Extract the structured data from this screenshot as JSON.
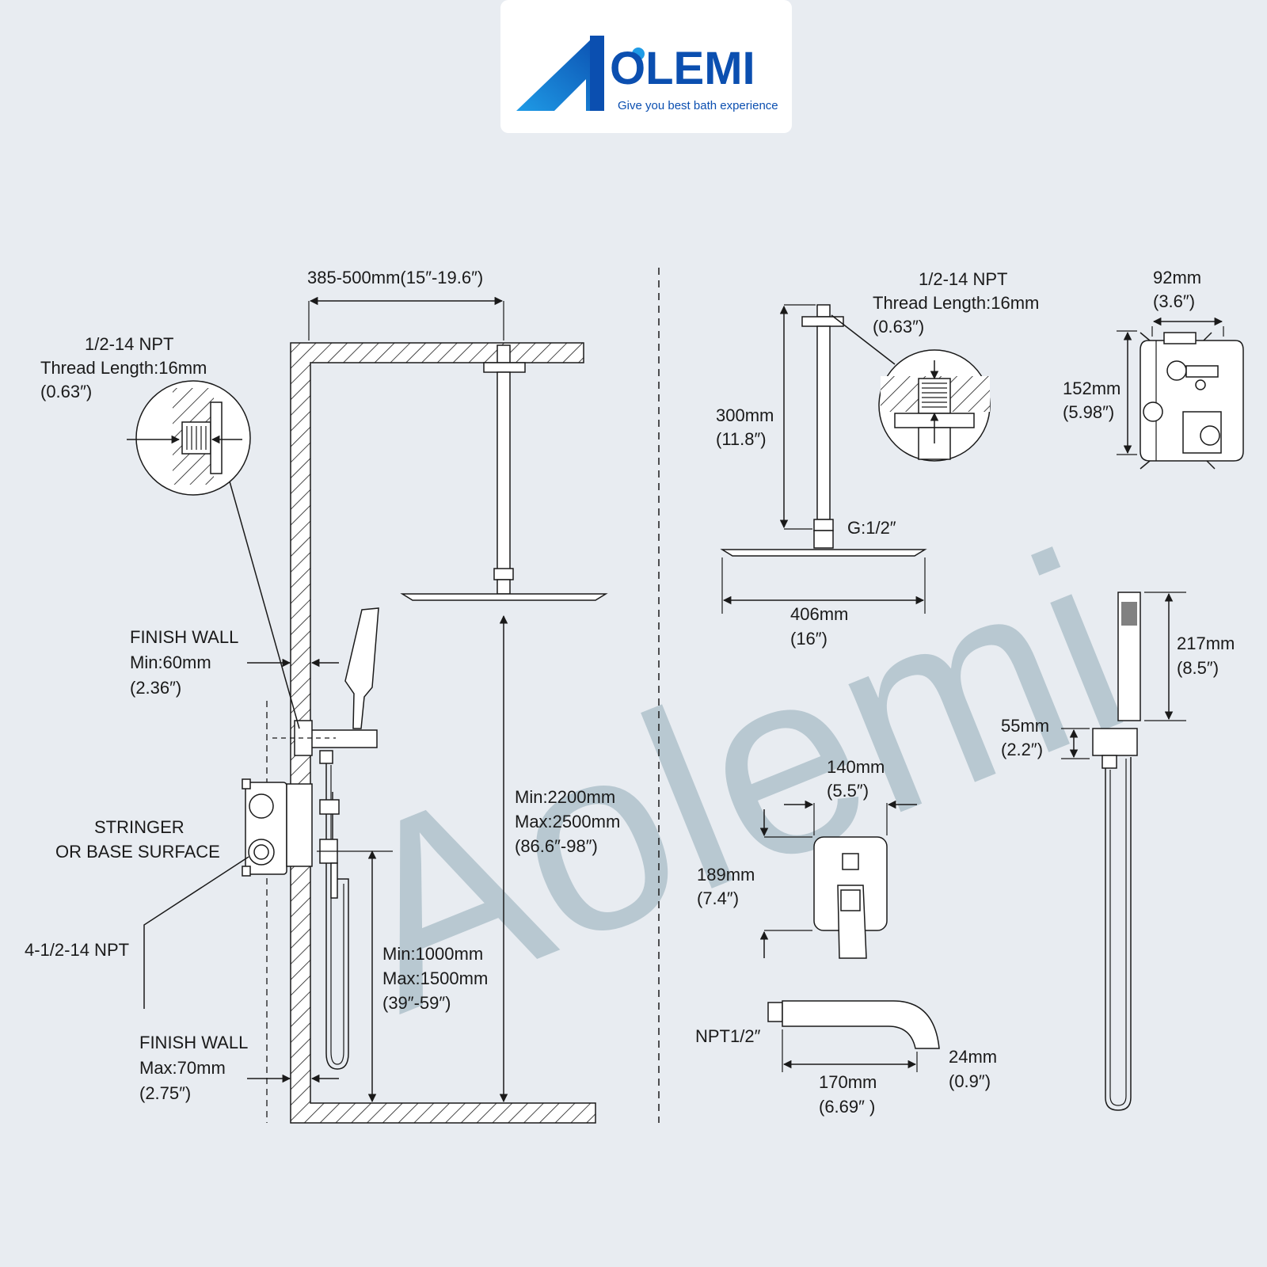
{
  "brand": {
    "name": "OLEMI",
    "tagline": "Give you best bath experience",
    "watermark": "Aolemi",
    "primary_color": "#1f7fd6",
    "secondary_color": "#0b4fb0"
  },
  "labels": {
    "arm_span": "385-500mm(15″-19.6″)",
    "left_thread_1": "1/2-14 NPT",
    "left_thread_2": "Thread Length:16mm",
    "left_thread_3": "(0.63″)",
    "finish_wall_min_1": "FINISH WALL",
    "finish_wall_min_2": "Min:60mm",
    "finish_wall_min_3": "(2.36″)",
    "stringer_1": "STRINGER",
    "stringer_2": "OR BASE SURFACE",
    "npt_4": "4-1/2-14 NPT",
    "finish_wall_max_1": "FINISH WALL",
    "finish_wall_max_2": "Max:70mm",
    "finish_wall_max_3": "(2.75″)",
    "height_head_1": "Min:2200mm",
    "height_head_2": "Max:2500mm",
    "height_head_3": "(86.6″-98″)",
    "height_valve_1": "Min:1000mm",
    "height_valve_2": "Max:1500mm",
    "height_valve_3": "(39″-59″)",
    "right_thread_1": "1/2-14 NPT",
    "right_thread_2": "Thread Length:16mm",
    "right_thread_3": "(0.63″)",
    "arm_length_1": "300mm",
    "arm_length_2": "(11.8″)",
    "g_thread": "G:1/2″",
    "head_width_1": "406mm",
    "head_width_2": "(16″)",
    "valve_width_1": "92mm",
    "valve_width_2": "(3.6″)",
    "valve_height_1": "152mm",
    "valve_height_2": "(5.98″)",
    "handheld_length_1": "217mm",
    "handheld_length_2": "(8.5″)",
    "holder_height_1": "55mm",
    "holder_height_2": "(2.2″)",
    "trim_width_1": "140mm",
    "trim_width_2": "(5.5″)",
    "trim_height_1": "189mm",
    "trim_height_2": "(7.4″)",
    "spout_npt": "NPT1/2″",
    "spout_length_1": "170mm",
    "spout_length_2": "(6.69″ )",
    "spout_height_1": "24mm",
    "spout_height_2": "(0.9″)"
  }
}
